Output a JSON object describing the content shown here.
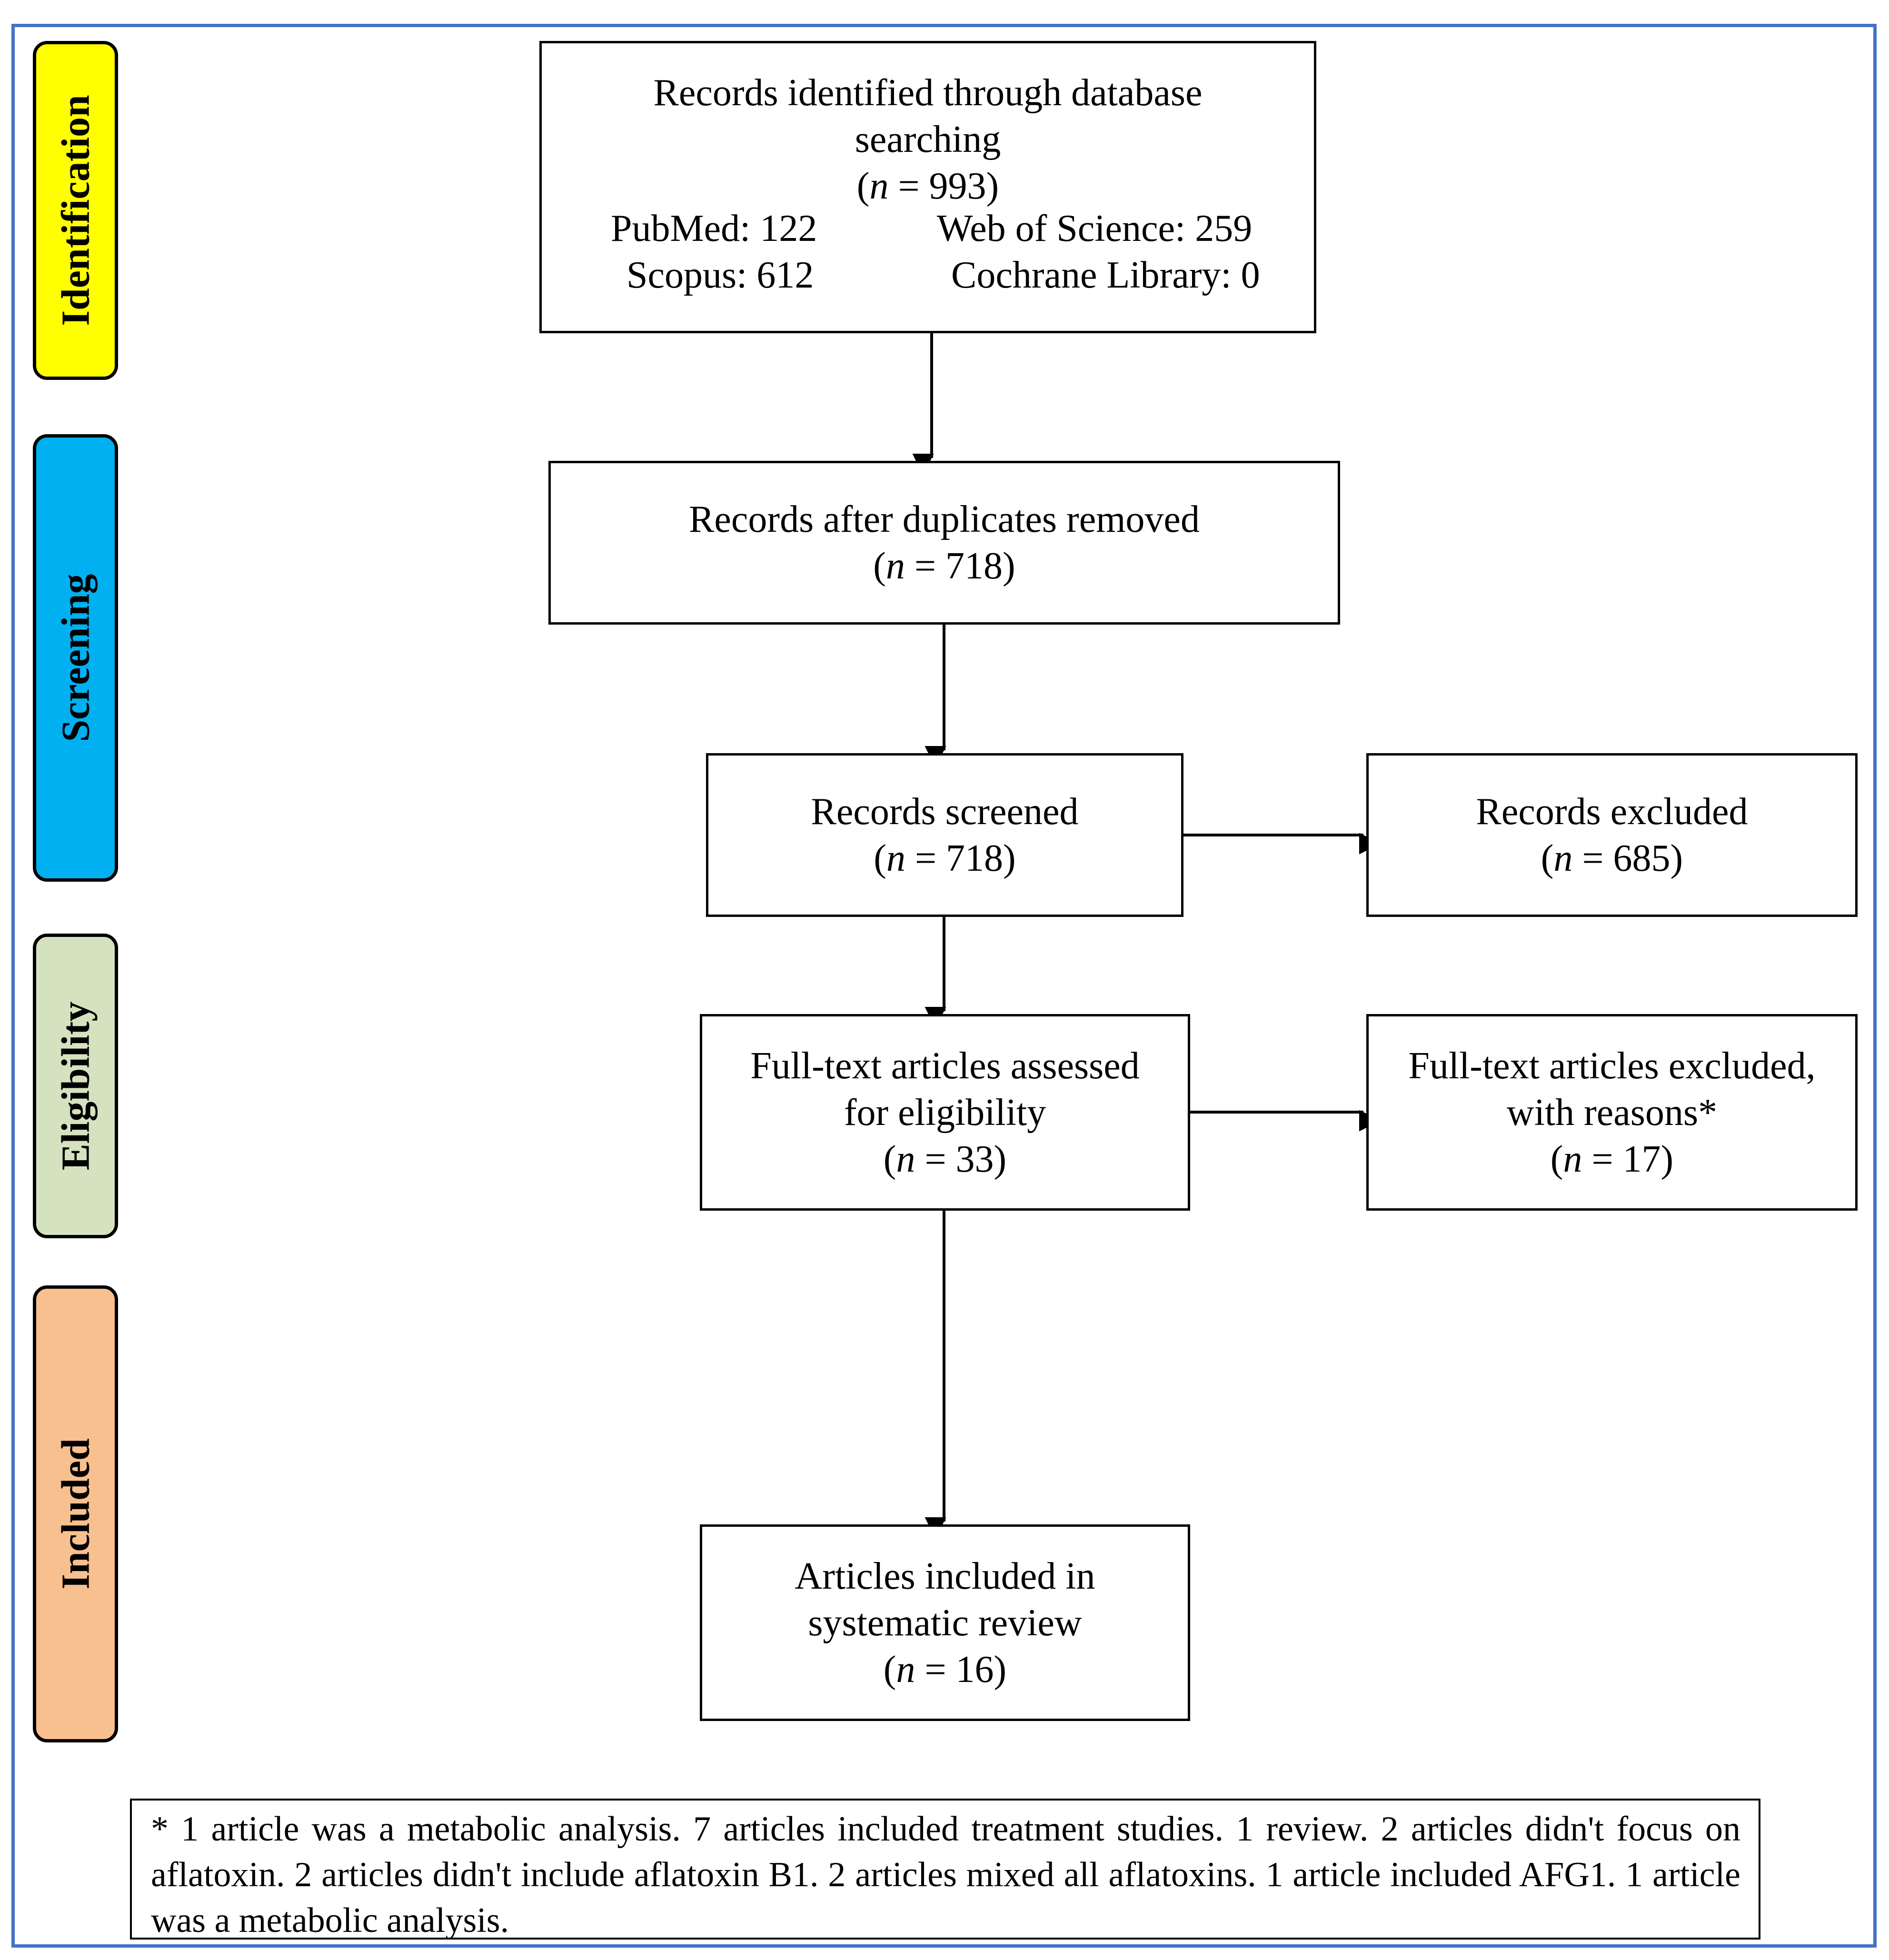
{
  "stages": {
    "identification": "Identification",
    "screening": "Screening",
    "eligibility": "Eligibility",
    "included": "Included"
  },
  "boxes": {
    "identified": {
      "line1": "Records identified through database",
      "line2": "searching",
      "n_prefix": "(",
      "n_symbol": "n",
      "n_value": " = 993)",
      "sources": {
        "pubmed": "PubMed: 122",
        "web_of_science": "Web of Science: 259",
        "scopus": "Scopus: 612",
        "cochrane": "Cochrane Library: 0"
      }
    },
    "dedup": {
      "line1": "Records after duplicates removed",
      "n_prefix": "(",
      "n_symbol": "n",
      "n_value": " = 718)"
    },
    "screened": {
      "line1": "Records screened",
      "n_prefix": "(",
      "n_symbol": "n",
      "n_value": " = 718)"
    },
    "records_excluded": {
      "line1": "Records excluded",
      "n_prefix": "(",
      "n_symbol": "n",
      "n_value": " = 685)"
    },
    "fulltext_assessed": {
      "line1": "Full-text articles assessed",
      "line2": "for eligibility",
      "n_prefix": "(",
      "n_symbol": "n",
      "n_value": " = 33)"
    },
    "fulltext_excluded": {
      "line1": "Full-text articles excluded,",
      "line2": "with reasons*",
      "n_prefix": "(",
      "n_symbol": "n",
      "n_value": " = 17)"
    },
    "included": {
      "line1": "Articles included in",
      "line2": "systematic review",
      "n_prefix": "(",
      "n_symbol": "n",
      "n_value": " = 16)"
    }
  },
  "footnote": "* 1 article was a metabolic analysis.  7 articles included treatment studies. 1 review. 2 articles didn't focus on aflatoxin. 2 articles didn't include aflatoxin B1. 2 articles mixed all aflatoxins. 1 article included AFG1. 1 article was a metabolic analysis.",
  "colors": {
    "frame": "#4472C4",
    "identification": "#FFFF00",
    "screening": "#00B0F0",
    "eligibility": "#D5E2BF",
    "included": "#F8BF8F"
  }
}
